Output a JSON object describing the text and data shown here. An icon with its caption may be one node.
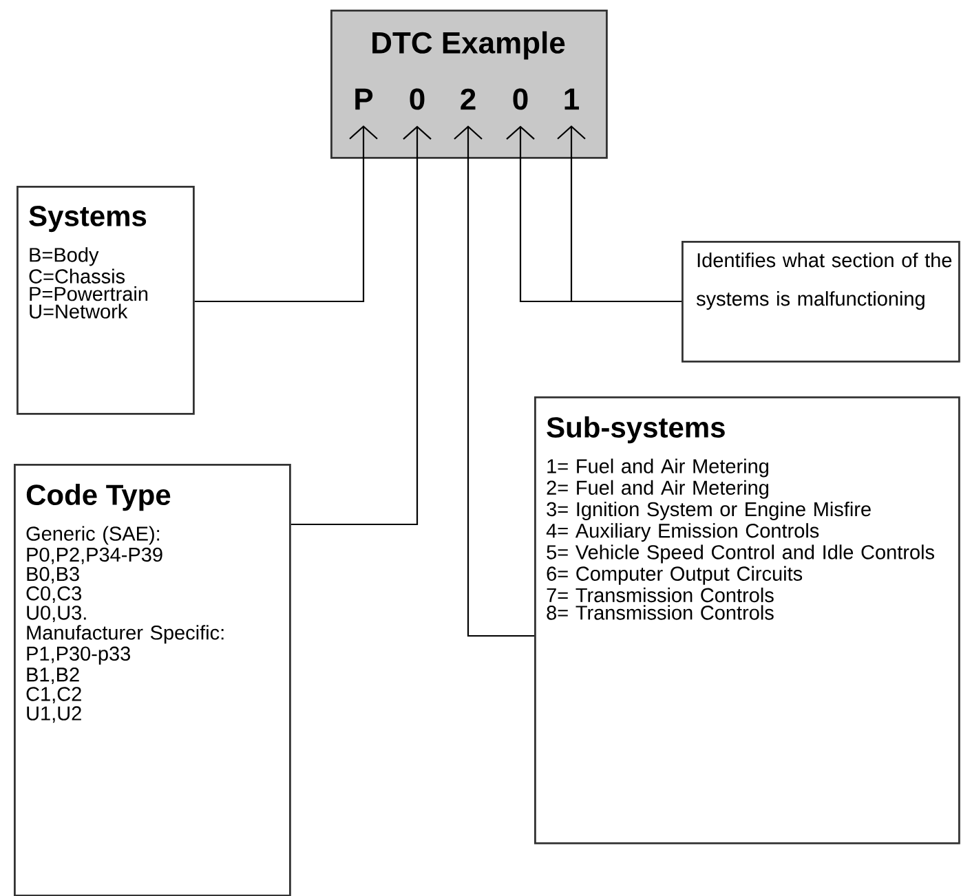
{
  "diagram": {
    "nodes": [
      {
        "text": [
          "DTC Example"
        ]
      },
      {
        "text": [
          "P"
        ],
        "in": 0
      },
      {
        "text": [
          "0"
        ],
        "in": 0
      },
      {
        "text": [
          "2"
        ],
        "in": 0
      },
      {
        "text": [
          "0"
        ],
        "in": 0
      },
      {
        "text": [
          "1"
        ],
        "in": 0
      },
      {
        "text": [
          "Systems",
          "B=Body",
          "C=Chassis",
          "P=Powertrain",
          "U=Network"
        ]
      },
      {
        "text": [
          "Identifies what section of the systems is malfunctioning"
        ]
      },
      {
        "text": [
          "Sub-systems",
          "1= Fuel and Air Metering",
          "2= Fuel and Air Metering",
          "3= Ignition System or Engine Misfire",
          "4= Auxiliary Emission Controls",
          "5= Vehicle Speed Control and Idle Controls",
          "6= Computer Output Circuits",
          "7= Transmission Controls",
          "8= Transmission Controls"
        ]
      },
      {
        "text": [
          "Code Type",
          "Generic (SAE):",
          "P0,P2,P34-P39",
          "B0,B3",
          "C0,C3",
          "U0,U3.",
          "Manufacturer Specific:",
          "P1,P30-p33",
          "B1,B2",
          "C1,C2",
          "U1,U2"
        ]
      }
    ],
    "edges": [
      {
        "from": 6,
        "to": 1,
        "arrow": "to"
      },
      {
        "from": 9,
        "to": 2,
        "arrow": "to"
      },
      {
        "from": 8,
        "to": 3,
        "arrow": "to"
      },
      {
        "from": 7,
        "to": 4,
        "arrow": "to"
      },
      {
        "from": 7,
        "to": 5,
        "arrow": "to"
      }
    ]
  }
}
